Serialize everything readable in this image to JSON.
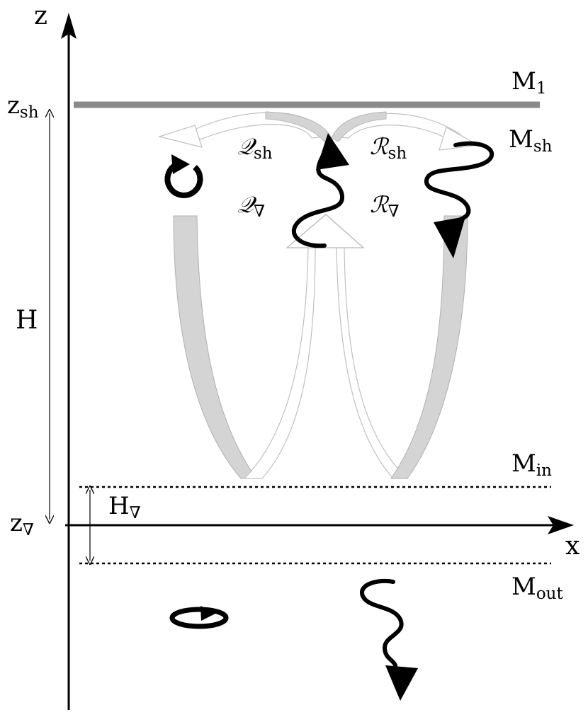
{
  "labels": {
    "z_axis": "z",
    "x_axis": "x",
    "z_sh": "z",
    "z_sh_sub": "sh",
    "z_nabla": "z",
    "z_nabla_sub": "∇",
    "H": "H",
    "H_nabla": "H",
    "H_nabla_sub": "∇",
    "M1": "M",
    "M1_sub": "1",
    "Msh": "M",
    "Msh_sub": "sh",
    "Min": "M",
    "Min_sub": "in",
    "Mout": "M",
    "Mout_sub": "out",
    "Q_sh": "𝒬",
    "Q_sh_sub": "sh",
    "Q_nabla": "𝒬",
    "Q_nabla_sub": "∇",
    "R_sh": "ℛ",
    "R_sh_sub": "sh",
    "R_nabla": "ℛ",
    "R_nabla_sub": "∇"
  },
  "colors": {
    "axis": "#000000",
    "boundary_M1": "#8a8a8a",
    "flow_fill": "#d4d4d4",
    "flow_outline": "#a8a8a8",
    "wave": "#000000"
  }
}
